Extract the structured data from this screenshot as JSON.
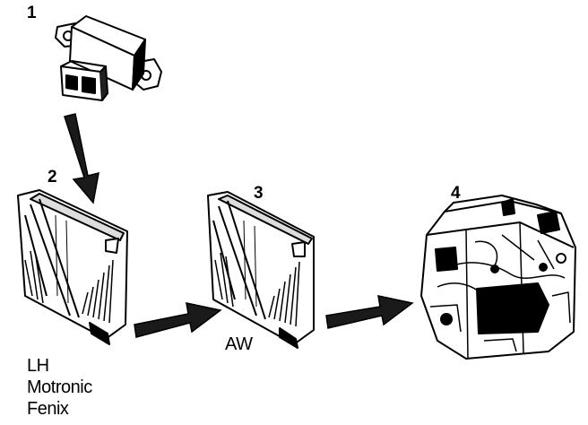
{
  "numbers": {
    "one": "1",
    "two": "2",
    "three": "3",
    "four": "4"
  },
  "labels": {
    "ecu_name_line1": "LH",
    "ecu_name_line2": "Motronic",
    "ecu_name_line3": "Fenix",
    "tcm_name": "AW"
  }
}
